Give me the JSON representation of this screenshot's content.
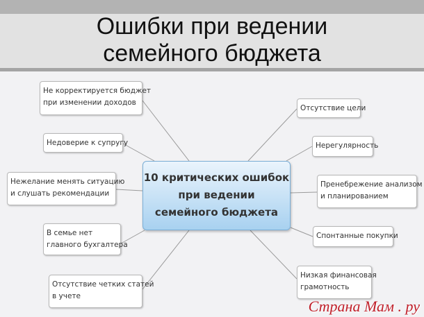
{
  "title": {
    "line1": "Ошибки при ведении",
    "line2": "семейного бюджета"
  },
  "center": {
    "line1": "10 критических ошибок",
    "line2": "при ведении",
    "line3": "семейного бюджета"
  },
  "left_nodes": [
    {
      "line1": "Не корректируется бюджет",
      "line2": "при изменении доходов"
    },
    {
      "line1": "Недоверие к супругу",
      "line2": ""
    },
    {
      "line1": "Нежелание менять ситуацию",
      "line2": "и слушать рекомендации"
    },
    {
      "line1": "В семье нет",
      "line2": "главного бухгалтера"
    },
    {
      "line1": "Отсутствие четких статей",
      "line2": "в учете"
    }
  ],
  "right_nodes": [
    {
      "line1": "Отсутствие цели",
      "line2": ""
    },
    {
      "line1": "Нерегулярность",
      "line2": ""
    },
    {
      "line1": "Пренебрежение анализом",
      "line2": "и планированием"
    },
    {
      "line1": "Спонтанные покупки",
      "line2": ""
    },
    {
      "line1": "Низкая финансовая",
      "line2": "грамотность"
    }
  ],
  "watermark": "Страна Мам . ру",
  "colors": {
    "center_fill": "#a8d1f0",
    "connector": "#9a9a9a",
    "watermark": "#c0202a"
  }
}
